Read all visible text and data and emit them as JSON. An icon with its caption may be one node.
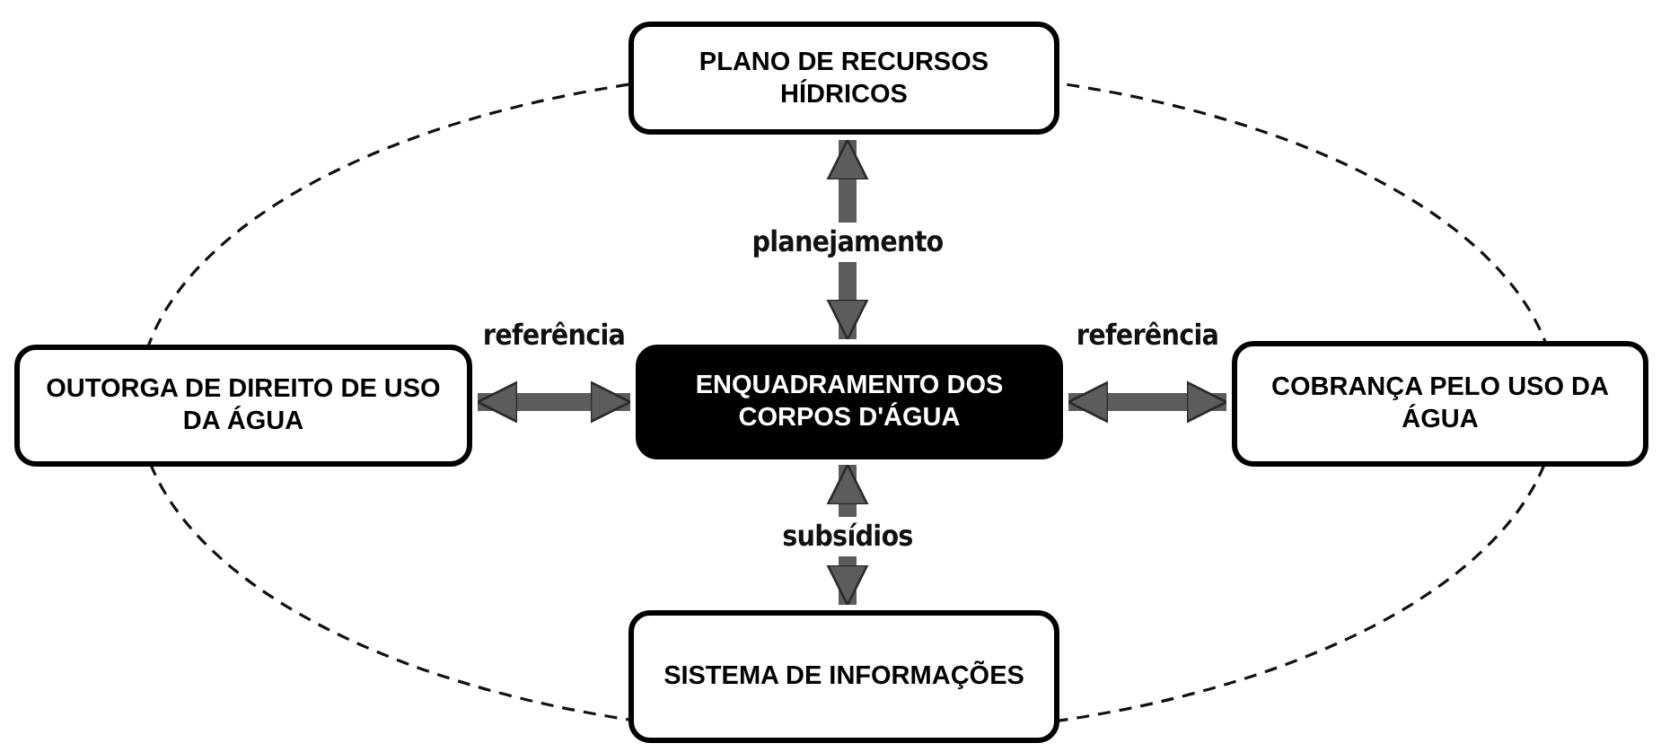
{
  "diagram": {
    "nodes": [
      {
        "text": [
          "PLANO DE RECURSOS HÍDRICOS"
        ]
      },
      {
        "text": [
          "OUTORGA DE DIREITO DE USO DA ÁGUA"
        ]
      },
      {
        "text": [
          "ENQUADRAMENTO DOS CORPOS D'ÁGUA"
        ]
      },
      {
        "text": [
          "COBRANÇA PELO USO DA ÁGUA"
        ]
      },
      {
        "text": [
          "SISTEMA DE INFORMAÇÕES"
        ]
      }
    ],
    "edges": [
      {
        "from": 2,
        "to": 0,
        "arrow": "both",
        "label": "planejamento"
      },
      {
        "from": 2,
        "to": 1,
        "arrow": "both",
        "label": "referência"
      },
      {
        "from": 2,
        "to": 3,
        "arrow": "both",
        "label": "referência"
      },
      {
        "from": 2,
        "to": 4,
        "arrow": "both",
        "label": "subsídios"
      }
    ]
  }
}
